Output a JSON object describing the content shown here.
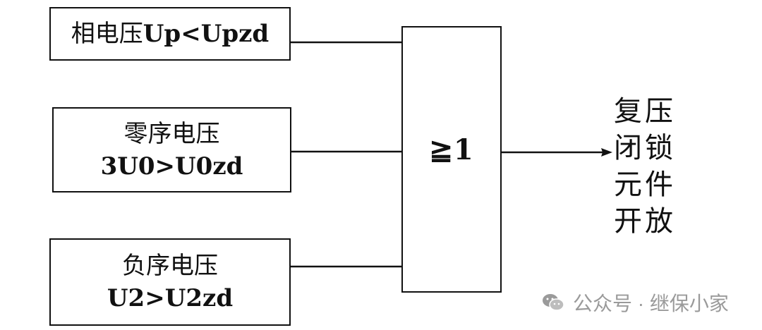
{
  "diagram": {
    "inputs": [
      {
        "label_cn": "相电压",
        "label_en": "Up<Upzd"
      },
      {
        "label_cn": "零序电压",
        "label_en": "3U0>U0zd"
      },
      {
        "label_cn": "负序电压",
        "label_en": "U2>U2zd"
      }
    ],
    "gate_label": "≧1",
    "output_lines": [
      "复压",
      "闭锁",
      "元件",
      "开放"
    ]
  },
  "watermark": {
    "text": "公众号 · 继保小家",
    "icon": "wechat-logo-icon"
  }
}
